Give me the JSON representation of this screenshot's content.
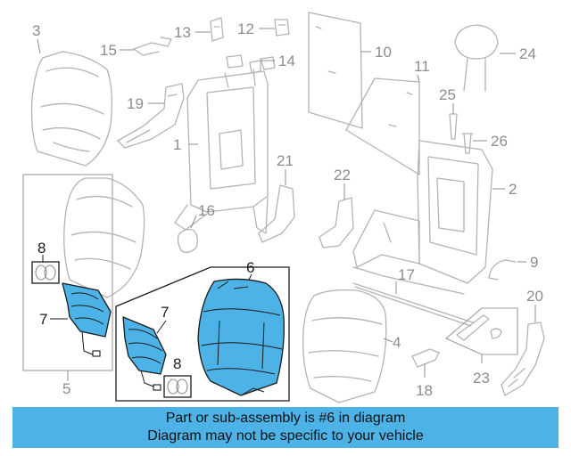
{
  "diagram": {
    "highlight_color": "#4db3e6",
    "callouts": {
      "c1": "1",
      "c2": "2",
      "c3": "3",
      "c4": "4",
      "c5": "5",
      "c6": "6",
      "c7a": "7",
      "c7b": "7",
      "c8a": "8",
      "c8b": "8",
      "c9": "9",
      "c10": "10",
      "c11": "11",
      "c12": "12",
      "c13": "13",
      "c14": "14",
      "c15": "15",
      "c16": "16",
      "c17": "17",
      "c18": "18",
      "c19": "19",
      "c20": "20",
      "c21": "21",
      "c22": "22",
      "c23": "23",
      "c24": "24",
      "c25": "25",
      "c26": "26"
    }
  },
  "banner": {
    "line1": "Part or sub-assembly is #6 in diagram",
    "line2": "Diagram may not be specific to your vehicle"
  }
}
